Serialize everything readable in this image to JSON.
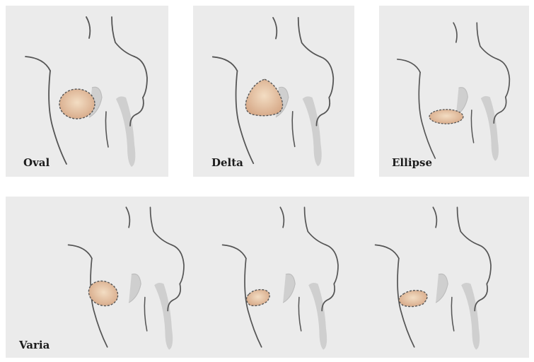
{
  "shapes": {
    "oval": {
      "label": "Oval"
    },
    "delta": {
      "label": "Delta"
    },
    "ellipse": {
      "label": "Ellipse"
    },
    "varia": {
      "label": "Varia"
    }
  },
  "colors": {
    "panel_bg": "#ebebeb",
    "outline": "#555555",
    "arm_fill": "#cfcfcf",
    "prosthesis_center": "#f3ddc3",
    "prosthesis_edge": "#d6a887",
    "prosthesis_border": "#555555"
  }
}
